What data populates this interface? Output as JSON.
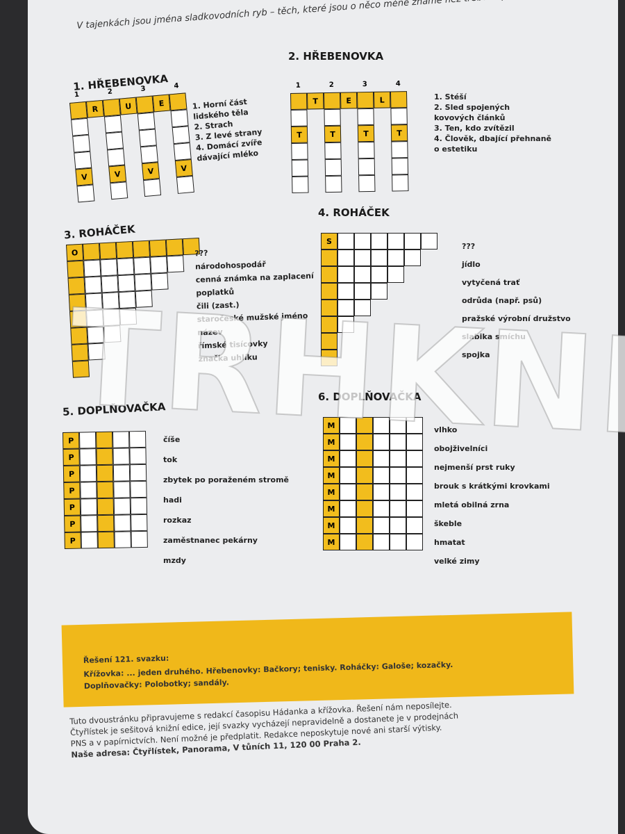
{
  "intro": "V tajenkách jsou jména sladkovodních ryb – těch, které jsou o něco méně známé než třeba kapr nebo štika.",
  "p1": {
    "title": "1. HŘEBENOVKA",
    "numbers": [
      "1",
      "2",
      "3",
      "4"
    ],
    "top_letters": [
      "R",
      "U",
      "E"
    ],
    "bottom_letter": "V",
    "clues": [
      "1. Horní část lidského těla",
      "2. Strach",
      "3. Z levé strany",
      "4. Domácí zvíře dávající mléko"
    ]
  },
  "p2": {
    "title": "2. HŘEBENOVKA",
    "numbers": [
      "1",
      "2",
      "3",
      "4"
    ],
    "top_letters": [
      "T",
      "E",
      "L"
    ],
    "bottom_letter": "T",
    "clues": [
      "1. Stéší",
      "2. Sled spojených kovových článků",
      "3. Ten, kdo zvítězil",
      "4. Člověk, dbající přehnaně o estetiku"
    ]
  },
  "p3": {
    "title": "3. ROHÁČEK",
    "corner": "O",
    "clues": [
      "???",
      "národohospodář",
      "cenná známka na zaplacení poplatků",
      "čili (zast.)",
      "staročeské mužské jméno",
      "název",
      "římské tisícovky",
      "značka uhlíku"
    ]
  },
  "p4": {
    "title": "4. ROHÁČEK",
    "corner": "S",
    "clues": [
      "???",
      "jídlo",
      "vytyčená trať",
      "odrůda (např. psů)",
      "pražské výrobní družstvo",
      "slabika smíchu",
      "spojka"
    ]
  },
  "p5": {
    "title": "5. DOPLŇOVAČKA",
    "letter": "P",
    "clues": [
      "číše",
      "tok",
      "zbytek po poraženém stromě",
      "hadi",
      "rozkaz",
      "zaměstnanec pekárny",
      "mzdy"
    ]
  },
  "p6": {
    "title": "6. DOPLŇOVAČKA",
    "letter": "M",
    "clues": [
      "vlhko",
      "obojživelníci",
      "nejmenší prst ruky",
      "brouk s krátkými krovkami",
      "mletá obilná zrna",
      "škeble",
      "hmatat",
      "velké zimy"
    ]
  },
  "solution": {
    "heading": "Řešení 121. svazku:",
    "line1": "Křížovka: ... jeden druhého. Hřebenovky: Bačkory; tenisky. Roháčky: Galoše; kozačky.",
    "line2": "Doplňovačky: Polobotky; sandály."
  },
  "footer": [
    "Tuto dvoustránku připravujeme s redakcí časopisu Hádanka a křížovka. Řešení nám neposílejte.",
    "Čtyřlístek je sešitová knižní edice, její svazky vycházejí nepravidelně a dostanete je v prodejnách",
    "PNS a v papírnictvích. Není možné je předplatit. Redakce neposkytuje nové ani starší výtisky.",
    "Naše adresa: Čtyřlístek, Panorama, V tůních 11, 120 00 Praha 2."
  ],
  "watermark": "TRHKNIH",
  "colors": {
    "yellow": "#f2bd1d",
    "paper": "#ecedef"
  }
}
